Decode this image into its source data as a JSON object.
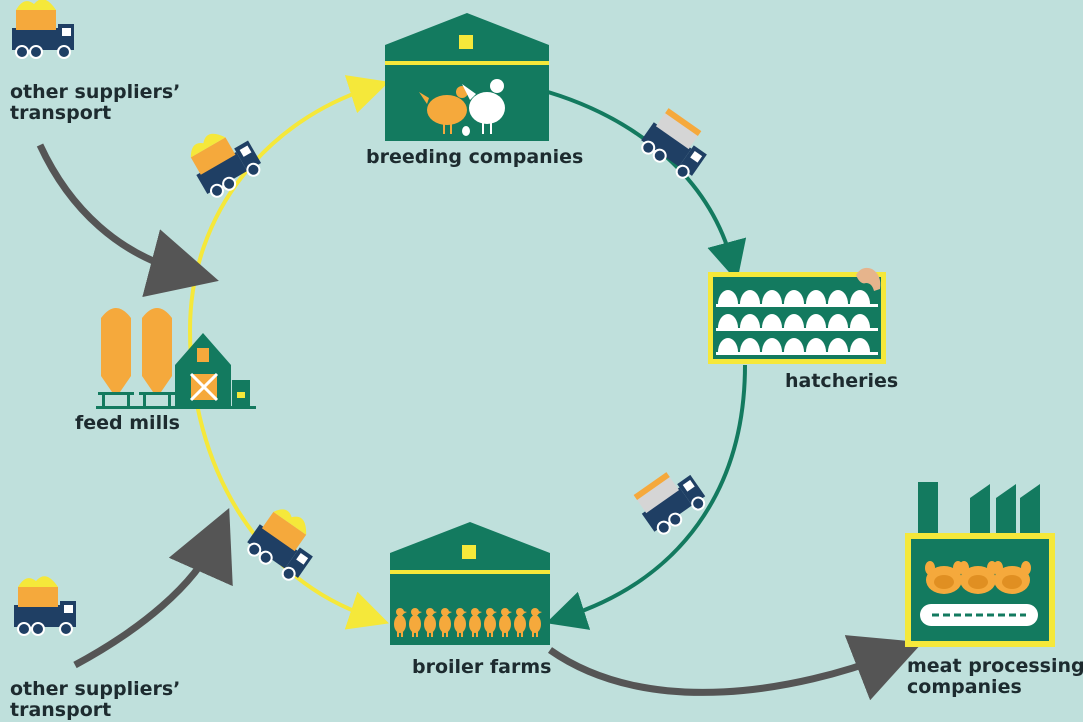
{
  "labels": {
    "other_suppliers_top": [
      "other suppliers’",
      "transport"
    ],
    "breeding_companies": "breeding companies",
    "hatcheries": "hatcheries",
    "feed_mills": "feed mills",
    "broiler_farms": "broiler farms",
    "other_suppliers_bottom": [
      "other suppliers’",
      "transport"
    ],
    "meat_processing": [
      "meat processing",
      "companies"
    ]
  },
  "colors": {
    "background": "#bfe0dc",
    "yellow": "#f5e83a",
    "green": "#137a5f",
    "orange": "#f5a93c",
    "grey_arrow": "#555555",
    "truck_blue": "#1f3f64"
  }
}
